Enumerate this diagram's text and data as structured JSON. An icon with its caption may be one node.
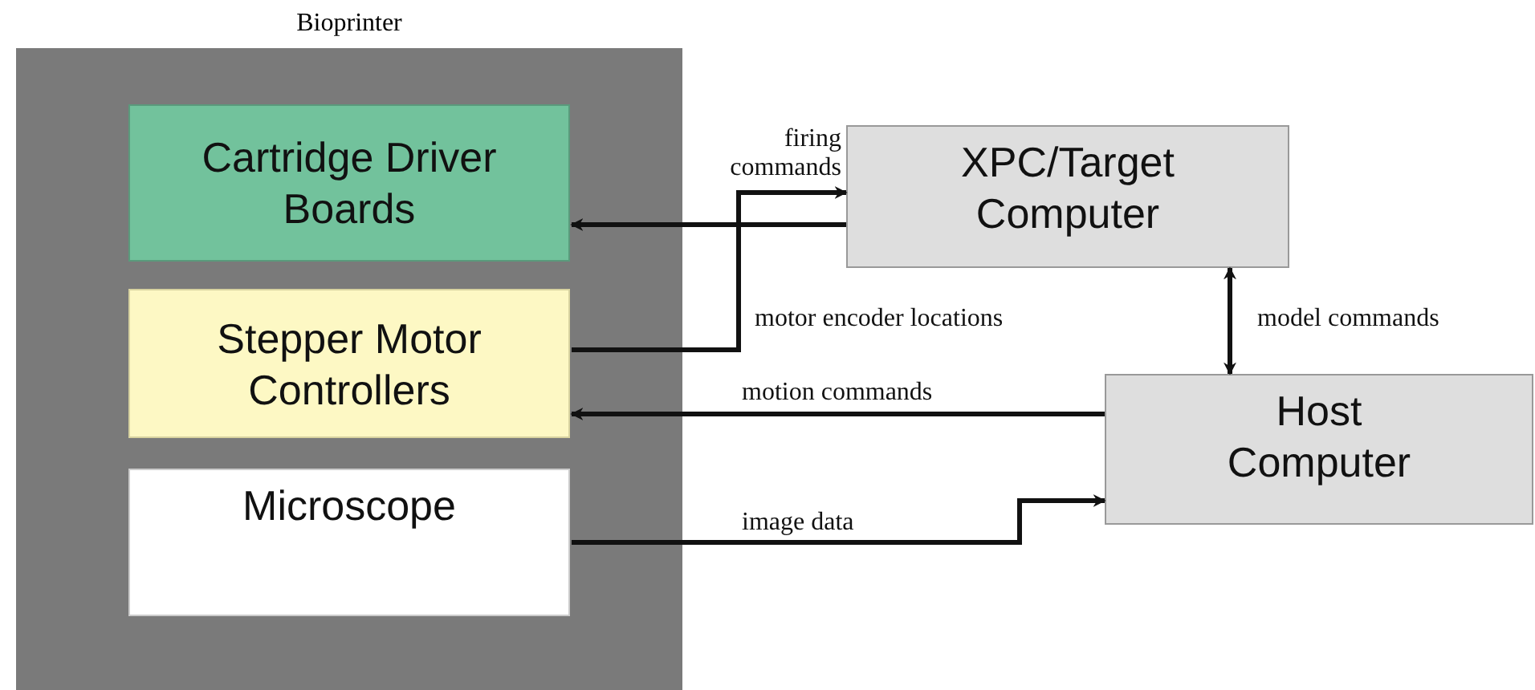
{
  "diagram": {
    "nodes": [
      {
        "text": [
          "Bioprinter"
        ]
      },
      {
        "text": [
          "Cartridge Driver Boards"
        ],
        "in": 0
      },
      {
        "text": [
          "Stepper Motor Controllers"
        ],
        "in": 0
      },
      {
        "text": [
          "Microscope"
        ],
        "in": 0
      },
      {
        "text": [
          "XPC/Target Computer"
        ]
      },
      {
        "text": [
          "Host Computer"
        ]
      }
    ],
    "edges": [
      {
        "from": 4,
        "to": 1,
        "arrow": "to",
        "label": "firing commands"
      },
      {
        "from": 2,
        "to": 4,
        "arrow": "to",
        "label": "motor encoder locations"
      },
      {
        "from": 4,
        "to": 5,
        "arrow": "both",
        "label": "model commands"
      },
      {
        "from": 5,
        "to": 2,
        "arrow": "to",
        "label": "motion commands"
      },
      {
        "from": 3,
        "to": 5,
        "arrow": "to",
        "label": "image data"
      }
    ]
  }
}
